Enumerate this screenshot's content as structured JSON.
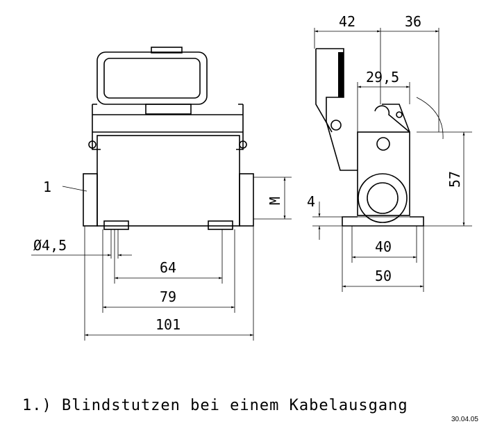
{
  "front_view": {
    "part_label": "1",
    "hole_diameter": "Ø4,5",
    "dim_inner_holes": "64",
    "dim_outer_holes": "79",
    "dim_total_width": "101",
    "dim_thread": "M"
  },
  "side_view": {
    "dim_top_left": "42",
    "dim_top_right": "36",
    "dim_hinge": "29,5",
    "dim_height": "57",
    "dim_base_thickness": "4",
    "dim_hole_spacing": "40",
    "dim_base_width": "50"
  },
  "caption": "1.)  Blindstutzen bei einem Kabelausgang",
  "date": "30.04.05"
}
